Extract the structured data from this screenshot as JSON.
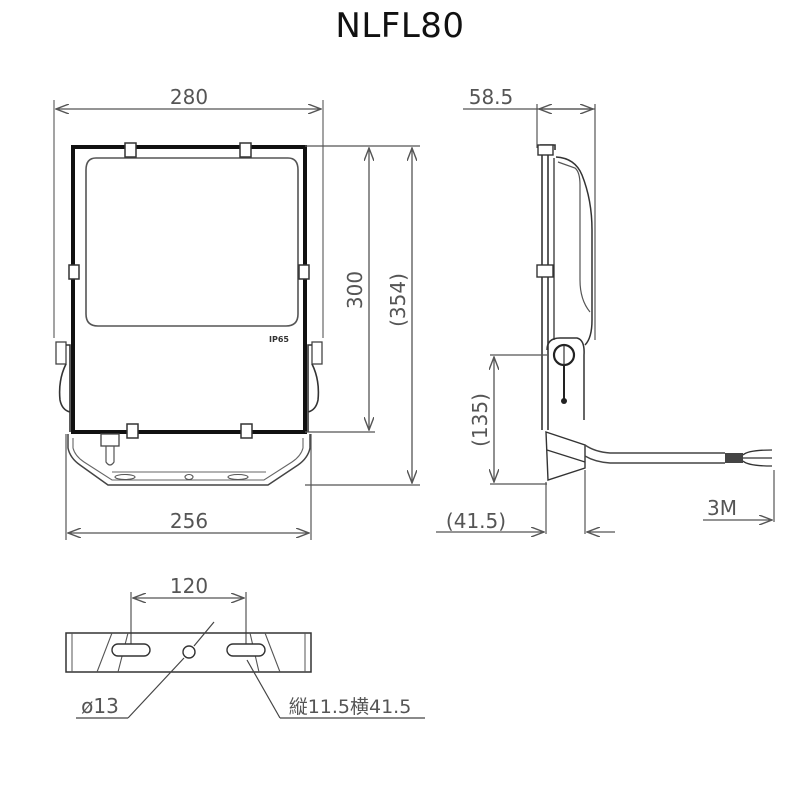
{
  "title": "NLFL80",
  "front_view": {
    "width_top": "280",
    "width_bottom": "256",
    "height_body": "300",
    "height_total": "(354)",
    "label": "IP65"
  },
  "side_view": {
    "depth": "58.5",
    "bracket_height": "(135)",
    "bracket_depth": "(41.5)",
    "cable_length": "3M"
  },
  "bracket_view": {
    "slot_pitch": "120",
    "hole_diameter": "ø13",
    "slot_size": "縦11.5横41.5"
  },
  "colors": {
    "line": "#222222",
    "dim_line": "#555555",
    "text": "#555555"
  }
}
